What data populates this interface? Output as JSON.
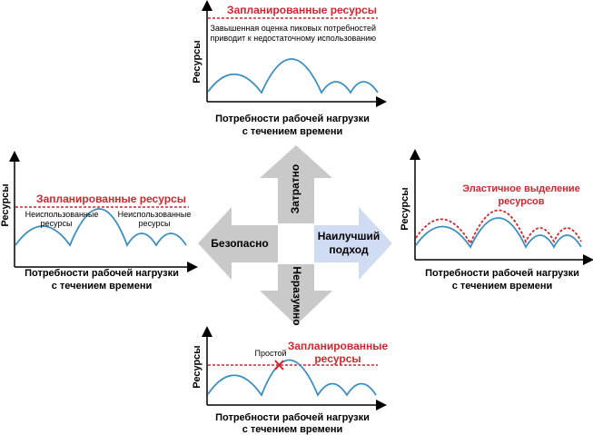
{
  "colors": {
    "curve": "#3a8fc0",
    "planned": "#d0262e",
    "arrow_gray": "#c9c9c9",
    "arrow_blue": "#cfdcf2",
    "axis": "#000000"
  },
  "arrows": {
    "up": "Затратно",
    "down": "Неразумно",
    "left": "Безопасно",
    "right_line1": "Наилучший",
    "right_line2": "подход"
  },
  "panels": {
    "top": {
      "ylabel": "Ресурсы",
      "xlabel_line1": "Потребности рабочей нагрузки",
      "xlabel_line2": "с течением времени",
      "planned": "Запланированные ресурсы",
      "note_line1": "Завышенная оценка пиковых потребностей",
      "note_line2": "приводит к недостаточному использованию"
    },
    "left": {
      "ylabel": "Ресурсы",
      "xlabel_line1": "Потребности рабочей нагрузки",
      "xlabel_line2": "с течением времени",
      "planned": "Запланированные ресурсы",
      "unused_a_line1": "Неиспользованные",
      "unused_a_line2": "ресурсы",
      "unused_b_line1": "Неиспользованные",
      "unused_b_line2": "ресурсы"
    },
    "right": {
      "ylabel": "Ресурсы",
      "xlabel_line1": "Потребности рабочей нагрузки",
      "xlabel_line2": "с течением времени",
      "elastic_line1": "Эластичное выделение",
      "elastic_line2": "ресурсов"
    },
    "bottom": {
      "ylabel": "Ресурсы",
      "xlabel_line1": "Потребности рабочей нагрузки",
      "xlabel_line2": "с течением времени",
      "planned_line1": "Запланированные",
      "planned_line2": "ресурсы",
      "idle": "Простой"
    }
  }
}
